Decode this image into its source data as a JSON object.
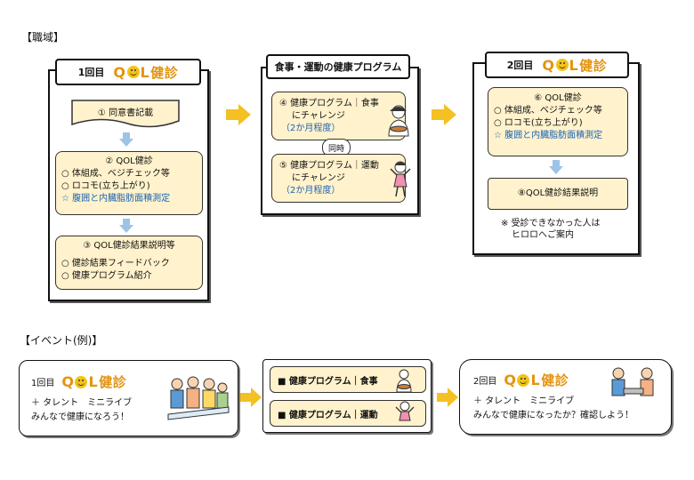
{
  "sections": {
    "workplace": "【職域】",
    "event": "【イベント(例)】"
  },
  "qol_logo": {
    "q": "Q",
    "l": "L",
    "kanji": "健診"
  },
  "workplace": {
    "round1": {
      "label": "1回目",
      "box1": "① 同意書記載",
      "box2": {
        "title": "② QOL健診",
        "l1": "○ 体組成、ベジチェック等",
        "l2": "○ ロコモ(立ち上がり)",
        "l3": "☆ 腹囲と内臓脂肪面積測定"
      },
      "box3": {
        "title": "③ QOL健診結果説明等",
        "l1": "○ 健診結果フィードバック",
        "l2": "○ 健康プログラム紹介"
      }
    },
    "program": {
      "title": "食事・運動の健康プログラム",
      "box4": {
        "l1": "④ 健康プログラム｜食事",
        "l2": "にチャレンジ",
        "l3": "（2か月程度）"
      },
      "simultaneous": "同時",
      "box5": {
        "l1": "⑤ 健康プログラム｜運動",
        "l2": "にチャレンジ",
        "l3": "（2か月程度）"
      }
    },
    "round2": {
      "label": "2回目",
      "box6": {
        "title": "⑥ QOL健診",
        "l1": "○ 体組成、ベジチェック等",
        "l2": "○ ロコモ(立ち上がり)",
        "l3": "☆ 腹囲と内臓脂肪面積測定"
      },
      "box8": "⑧QOL健診結果説明",
      "note1": "※ 受診できなかった人は",
      "note2": "ヒロロへご案内"
    }
  },
  "event": {
    "box1": {
      "label": "1回目",
      "l1": "＋ タレント　ミニライブ",
      "l2": "みんなで健康になろう！"
    },
    "food": "■ 健康プログラム｜食事",
    "exercise": "■ 健康プログラム｜運動",
    "box2": {
      "label": "2回目",
      "l1": "＋ タレント　ミニライブ",
      "l2": "みんなで健康になったか？確認しよう！"
    }
  },
  "colors": {
    "box_fill": "#fff2cc",
    "arrow": "#f5c022",
    "down_arrow": "#9dc3e6",
    "accent_blue": "#1a62b5",
    "logo": "#e39410"
  }
}
